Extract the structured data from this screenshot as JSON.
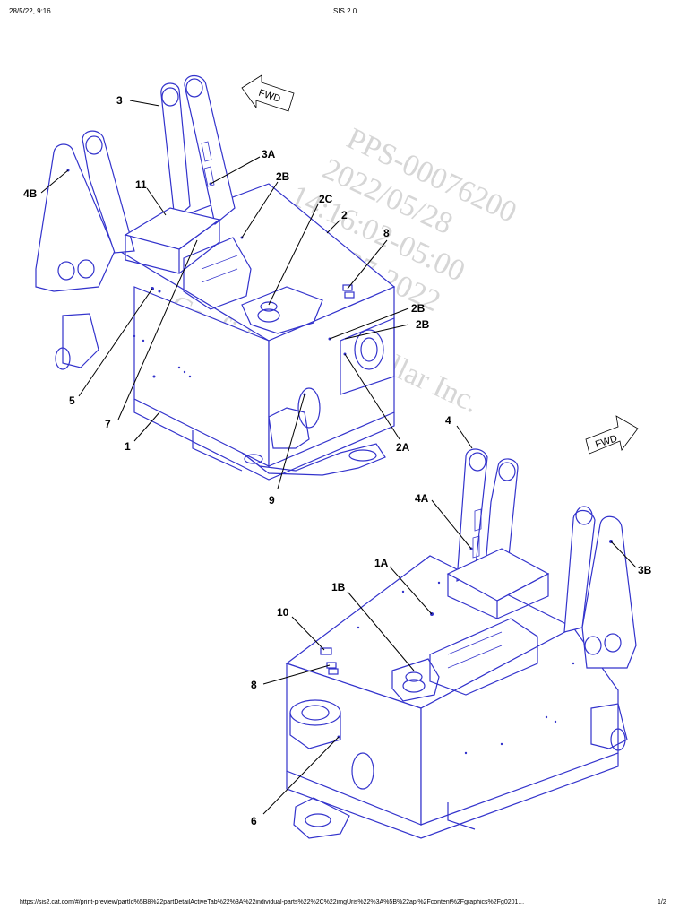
{
  "header": {
    "datetime": "28/5/22, 9:16",
    "title": "SIS 2.0"
  },
  "footer": {
    "url": "https://sis2.cat.com/#/print-preview/partId%5B8%22partDetailActiveTab%22%3A%22individual-parts%22%2C%22imgUris%22%3A%5B%22api%2Fcontent%2Fgraphics%2Fg0201…",
    "page": "1/2"
  },
  "watermark": {
    "line1": "PPS-00076200",
    "line2": "2022/05/28",
    "line3": "14:16:02-05:00",
    "line4": "i20-04937-2022",
    "line5": "Caterpillar Inc.",
    "line6": "Caterpillar Inc.",
    "line7": "Confidential Green"
  },
  "fwd_label": "FWD",
  "callouts": {
    "c3": "3",
    "c3a": "3A",
    "c4b": "4B",
    "c11": "11",
    "c2b_top": "2B",
    "c2c": "2C",
    "c2": "2",
    "c8_top": "8",
    "c2b_r1": "2B",
    "c2b_r2": "2B",
    "c5": "5",
    "c7": "7",
    "c1": "1",
    "c9": "9",
    "c2a": "2A",
    "c4": "4",
    "c4a": "4A",
    "c3b": "3B",
    "c1a": "1A",
    "c1b": "1B",
    "c10": "10",
    "c8_bot": "8",
    "c6": "6"
  },
  "colors": {
    "line": "#3333cc",
    "label": "#000000",
    "watermark": "#d6d6d6"
  }
}
